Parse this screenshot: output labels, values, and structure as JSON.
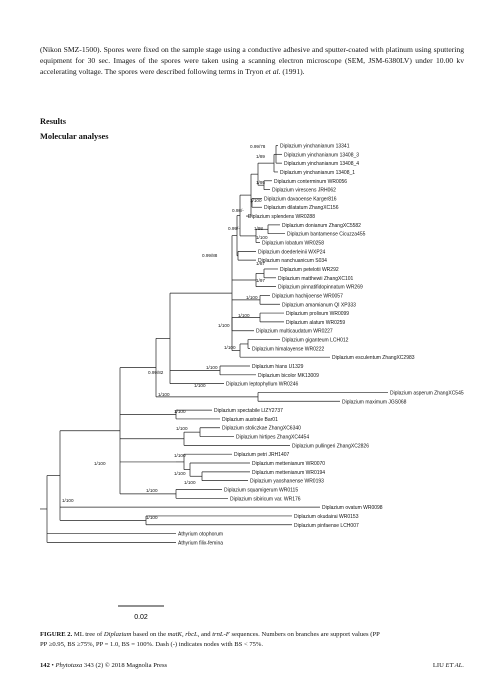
{
  "text": {
    "para_1": "(Nikon SMZ-1500). Spores were fixed on the sample stage using a conductive adhesive and sputter-coated with platinum using sputtering equipment for 30 sec. Images of the spores were taken using a scanning electron microscope (SEM, JSM-6380LV) under 10.00 kv accelerating voltage. The spores were described following terms in Tryon",
    "para_1_etal": "et al.",
    "para_1_end": "(1991).",
    "heading_results": "Results",
    "heading_molecular": "Molecular analyses"
  },
  "tree": {
    "taxa": [
      "Diplazium yinchanianum 13341",
      "Diplazium yinchanianum 13408_3",
      "Diplazium yinchanianum 13408_4",
      "Diplazium yinchanianum 13408_1",
      "Diplazium conterminum WR0056",
      "Diplazium virescens JRH062",
      "Diplazium davaoense Karger816",
      "Diplazium dilatatum ZhangXC156",
      "Diplazium splendens WR0288",
      "Diplazium donianum ZhangXC5582",
      "Diplazium bantamense Cicuzza455",
      "Diplazium lobatum WR0258",
      "Diplazium doederleinii WXP24",
      "Diplazium nanchuanicum S034",
      "Diplazium petelotii WR292",
      "Diplazium matthewii ZhangXC101",
      "Diplazium pinnatifidopinnatum WR269",
      "Diplazium hachijoense WR0057",
      "Diplazium amamianum QI XP333",
      "Diplazium prolixum WR0099",
      "Diplazium alatum WR0259",
      "Diplazium multicaudatum WR0227",
      "Diplazium giganteum LCH012",
      "Diplazium himalayense WR0222",
      "Diplazium esculentum ZhangXC2983",
      "Diplazium hians U1329",
      "Diplazium bicolor MK13009",
      "Diplazium leptophyllum WR0246",
      "Diplazium asperum ZhangXC545",
      "Diplazium maximum JGS068",
      "Diplazium spectabile LIZY2737",
      "Diplazium australe Bar01",
      "Diplazium stoliczkae ZhangXC6340",
      "Diplazium hirtipes ZhangXC4454",
      "Diplazium pullingeri ZhangXC2826",
      "Diplazium petri JRH1407",
      "Diplazium mettenianum WR0070",
      "Diplazium mettenianum WR0194",
      "Diplazium yaoshanense WR0193",
      "Diplazium squamigerum WR0115",
      "Diplazium sibiricum var. WR176",
      "Diplazium ovatum WR0098",
      "Diplazium okudairai WR0153",
      "Diplazium pinfaense LCH007",
      "Athyrium otophorum",
      "Athyrium filix-femina"
    ],
    "support_labels": [
      "0.99/78",
      "1/89",
      "1/95",
      "1/100",
      "0.98/-",
      "1/98",
      "0.99/-",
      "1/100",
      "0.99/88",
      "1/87",
      "1/97",
      "1/100",
      "1/100",
      "1/100",
      "1/100",
      "1/100",
      "1/100",
      "0.99/82",
      "1/100",
      "1/100",
      "1/100",
      "1/100",
      "1/100",
      "1/100",
      "1/100",
      "1/100",
      "1/100",
      "1/100"
    ],
    "scale_label": "0.02"
  },
  "caption": {
    "label": "FIGURE 2.",
    "text_1": "ML tree of",
    "genus": "Diplazium",
    "text_2": "based on the",
    "genes": "matK, rbcL,",
    "text_3": "and",
    "gene_3": "trnL-F",
    "text_4": "sequences. Numbers on branches are support values (PP",
    "line2": "PP ≥0.95, BS ≥75%, PP = 1.0, BS = 100%. Dash (-) indicates nodes with BS < 75%."
  },
  "footer": {
    "page_num": "142",
    "bullet": "•",
    "journal": "Phytotaxa",
    "volume": "343 (2) © 2018 Magnolia Press",
    "authors": "LIU",
    "etal": "ET AL."
  }
}
